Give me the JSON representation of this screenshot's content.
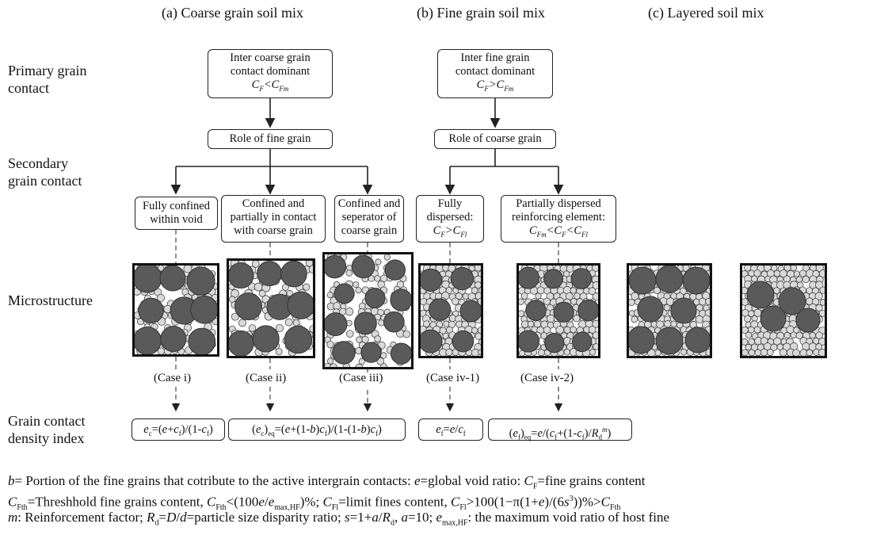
{
  "columns": {
    "a": "(a) Coarse grain soil mix",
    "b": "(b) Fine grain soil mix",
    "c": "(c) Layered soil mix"
  },
  "rows": {
    "primary": [
      "Primary grain",
      "contact"
    ],
    "secondary": [
      "Secondary",
      "grain contact"
    ],
    "micro": "Microstructure",
    "gcdi": [
      "Grain contact",
      "density index"
    ]
  },
  "primary_boxes": {
    "coarse": [
      "Inter coarse grain",
      "contact dominant"
    ],
    "fine": [
      "Inter fine grain",
      "contact dominant"
    ]
  },
  "role_boxes": {
    "coarse": "Role of fine grain",
    "fine": "Role of coarse grain"
  },
  "secondary_boxes": {
    "i": [
      "Fully confined",
      "within void"
    ],
    "ii": [
      "Confined and",
      "partially in contact",
      "with coarse grain"
    ],
    "iii": [
      "Confined and",
      "seperator of",
      "coarse grain"
    ],
    "iv1": [
      "Fully",
      "dispersed:"
    ],
    "iv2": [
      "Partially dispersed",
      "reinforcing element:"
    ]
  },
  "cases": {
    "i": "(Case i)",
    "ii": "(Case ii)",
    "iii": "(Case iii)",
    "iv1": "(Case iv-1)",
    "iv2": "(Case iv-2)"
  },
  "footnote": {
    "line1_text": "= Portion of the fine grains that cotribute to the active intergrain contacts: ",
    "line1_text2": "=global void ratio: ",
    "line1_text3": "=fine grains content",
    "line2_text": "=Threshhold fine grains content, ",
    "line2_text2": "=limit fines content, ",
    "line3_text": ": Reinforcement factor; ",
    "line3_text2": "=particle size disparity ratio; ",
    "line3_text3": ": the maximum void ratio of host fine"
  },
  "colors": {
    "grain_fill": "#5a5a5a",
    "fine_fill": "#d9d9d9",
    "line": "#222222"
  }
}
